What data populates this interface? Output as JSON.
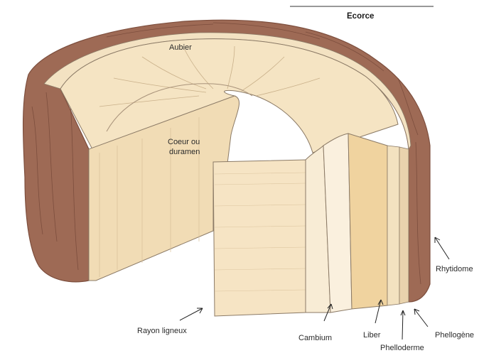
{
  "labels": {
    "ecorce": "Ecorce",
    "aubier": "Aubier",
    "coeur_line1": "Coeur ou",
    "coeur_line2": "duramen",
    "rhytidome": "Rhytidome",
    "rayon_ligneux": "Rayon ligneux",
    "cambium": "Cambium",
    "liber": "Liber",
    "phelloderme": "Phelloderme",
    "phellogene": "Phellogène"
  },
  "colors": {
    "bark": "#9e6a55",
    "bark_dark": "#7d4e3d",
    "heartwood": "#f1dcb5",
    "sapwood": "#f6e6c5",
    "liber": "#f0d39f",
    "cambium": "#f8eedb",
    "outline": "#8b7a66"
  }
}
